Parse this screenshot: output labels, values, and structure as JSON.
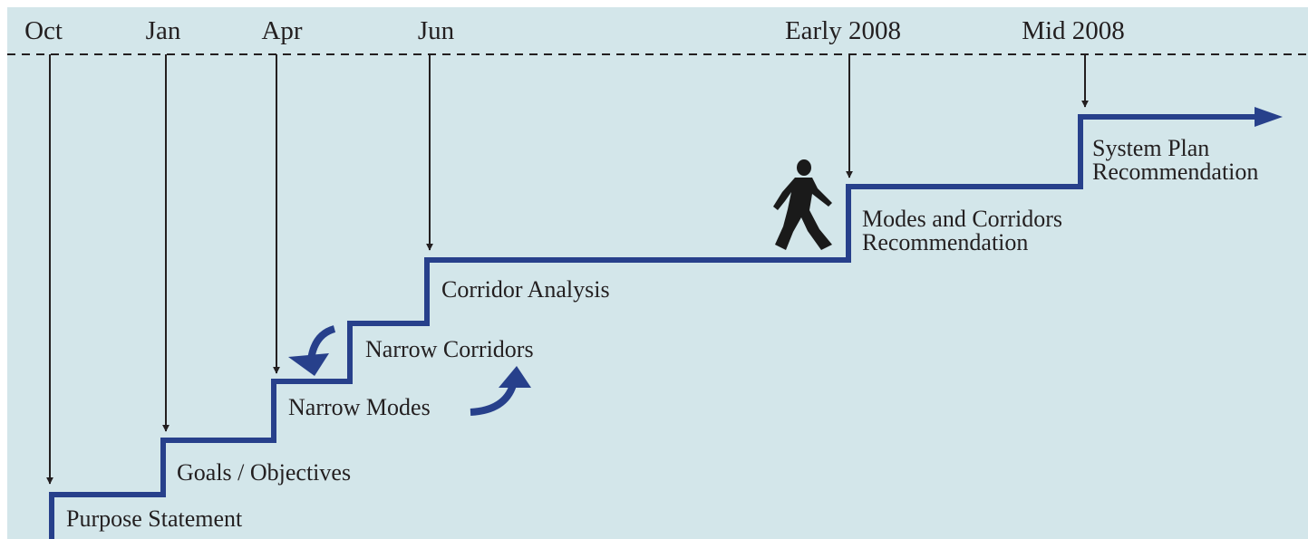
{
  "timeline": {
    "months": [
      "Oct",
      "Jan",
      "Apr",
      "Jun",
      "Early 2008",
      "Mid 2008"
    ]
  },
  "steps": {
    "purpose": "Purpose Statement",
    "goals": "Goals / Objectives",
    "narrow_modes": "Narrow Modes",
    "narrow_corridors": "Narrow Corridors",
    "corridor_analysis": "Corridor Analysis",
    "modes_corridors_line1": "Modes and Corridors",
    "modes_corridors_line2": "Recommendation",
    "system_plan_line1": "System Plan",
    "system_plan_line2": "Recommendation"
  },
  "colors": {
    "background": "#d3e6ea",
    "stair": "#27408b",
    "ink": "#231f20"
  }
}
